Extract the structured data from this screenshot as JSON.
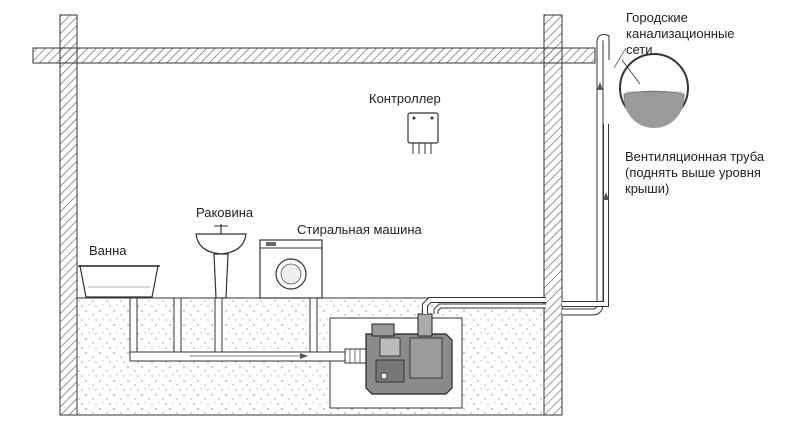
{
  "labels": {
    "city_sewer": "Городские канализационные сети",
    "controller": "Контроллер",
    "vent_pipe": "Вентиляционная труба (поднять выше уровня крыши)",
    "sink": "Раковина",
    "washing_machine": "Стиральная машина",
    "bathtub": "Ванна"
  },
  "colors": {
    "line": "#333333",
    "hatch": "#555555",
    "pipe_fill": "#ffffff",
    "pump_fill": "#8a8a8a",
    "sewer_fill": "#9a9a9a"
  }
}
